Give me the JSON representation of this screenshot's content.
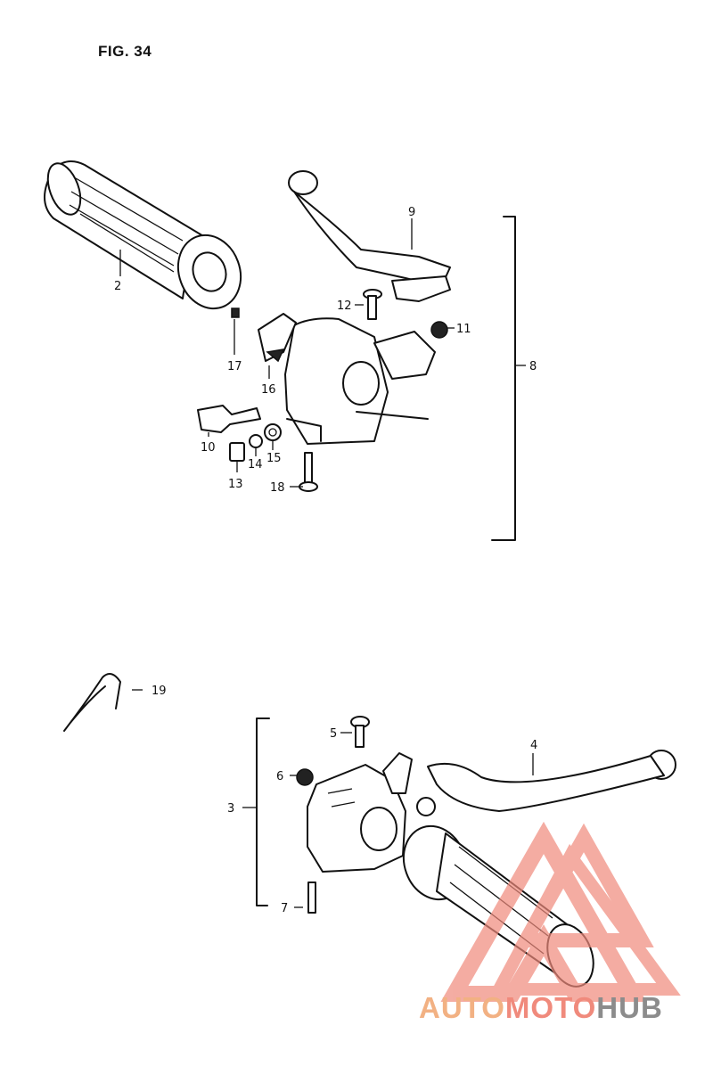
{
  "figure": {
    "title": "FIG. 34"
  },
  "callouts": {
    "c2": "2",
    "c9": "9",
    "c12": "12",
    "c11": "11",
    "c8": "8",
    "c17": "17",
    "c16": "16",
    "c10": "10",
    "c14": "14",
    "c15": "15",
    "c13": "13",
    "c18": "18",
    "c19": "19",
    "c5": "5",
    "c4": "4",
    "c6": "6",
    "c3": "3",
    "c7": "7"
  },
  "watermark": {
    "part1": "AUTO",
    "part2": "MOTO",
    "part3": "HUB",
    "colors": {
      "auto": "#f2b183",
      "moto": "#f08a7c",
      "hub": "#8c8c8c",
      "logo": "#f08a7c"
    }
  }
}
